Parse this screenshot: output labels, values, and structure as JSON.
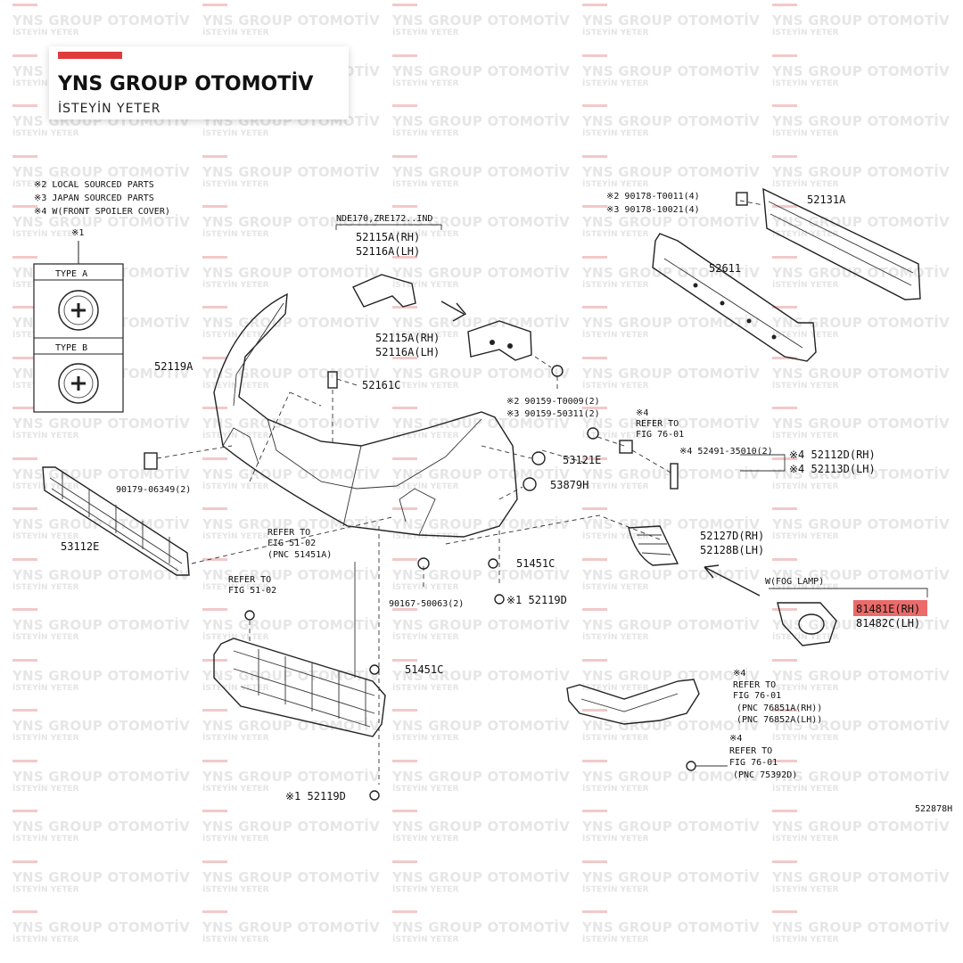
{
  "watermark": {
    "title": "YNS GROUP OTOMOTİV",
    "subtitle": "İSTEYİN YETER"
  },
  "logo": {
    "title": "YNS GROUP OTOMOTİV",
    "subtitle": "İSTEYİN YETER",
    "accent_color": "#e03b3b"
  },
  "legend": {
    "items": [
      "※2 LOCAL SOURCED PARTS",
      "※3 JAPAN SOURCED PARTS",
      "※4 W(FRONT SPOILER COVER)"
    ],
    "box_marker": "※1",
    "type_a": "TYPE A",
    "type_b": "TYPE B"
  },
  "labels": {
    "nde": "NDE170,ZRE172..IND",
    "p52115a_top": "52115A(RH)",
    "p52116a_top": "52116A(LH)",
    "p52115a": "52115A(RH)",
    "p52116a": "52116A(LH)",
    "p52119a": "52119A",
    "p52161c": "52161C",
    "p90159_2": "※2 90159-T0009(2)",
    "p90159_3": "※3 90159-50311(2)",
    "p90178_2": "※2 90178-T0011(4)",
    "p90178_3": "※3 90178-10021(4)",
    "p52131a": "52131A",
    "p52611": "52611",
    "ref76_a_mark": "※4",
    "ref76_a_1": "REFER TO",
    "ref76_a_2": "FIG 76-01",
    "p52491": "※4 52491-35010(2)",
    "p52112d": "※4 52112D(RH)",
    "p52113d": "※4 52113D(LH)",
    "p53121e": "53121E",
    "p53879h": "53879H",
    "p90179": "90179-06349(2)",
    "p53112e": "53112E",
    "ref51_a_1": "REFER TO",
    "ref51_a_2": "FIG 51-02",
    "ref51_a_3": "(PNC 51451A)",
    "ref51_b_1": "REFER TO",
    "ref51_b_2": "FIG 51-02",
    "p52127d": "52127D(RH)",
    "p52128b": "52128B(LH)",
    "p51451c_a": "51451C",
    "p90167": "90167-50063(2)",
    "p52119d_a": "※1 52119D",
    "fog": "W(FOG LAMP)",
    "p81481e": "81481E(RH)",
    "p81482c": "81482C(LH)",
    "p51451c_b": "51451C",
    "ref76_b_mark": "※4",
    "ref76_b_1": "REFER TO",
    "ref76_b_2": "FIG 76-01",
    "ref76_b_3": "(PNC 76851A(RH))",
    "ref76_b_4": "(PNC 76852A(LH))",
    "ref76_c_mark": "※4",
    "ref76_c_1": "REFER TO",
    "ref76_c_2": "FIG 76-01",
    "ref76_c_3": "(PNC 75392D)",
    "p52119d_b": "※1 52119D",
    "figno": "522878H"
  },
  "highlight_color": "#e85050"
}
